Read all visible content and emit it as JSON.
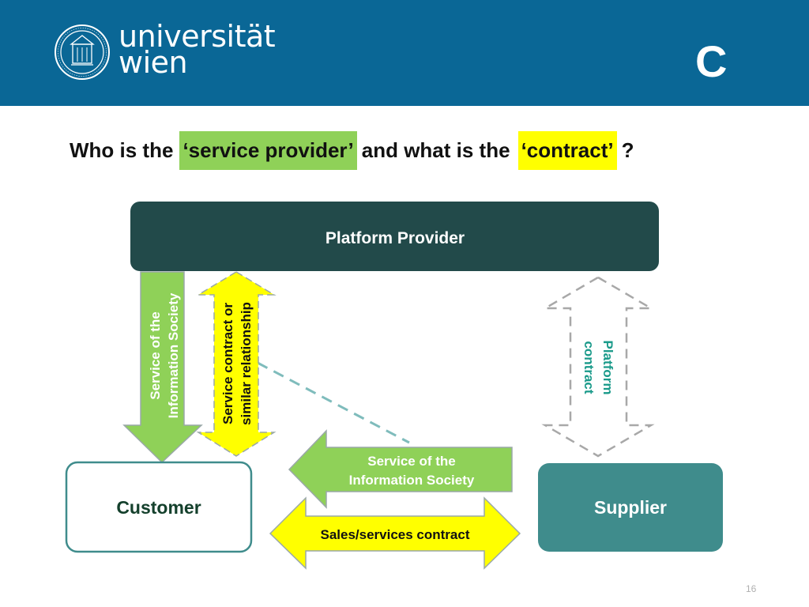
{
  "header": {
    "logo_text": "universität wien",
    "wordmark_line1": "universität",
    "wordmark_line2": "wien",
    "section_letter": "C"
  },
  "question": {
    "part1": "Who is the",
    "highlight1": "‘service provider’",
    "part2": "and what is the",
    "highlight2": "‘contract’",
    "part3": "?"
  },
  "diagram": {
    "platform_provider": "Platform Provider",
    "customer": "Customer",
    "supplier": "Supplier",
    "arrow_service_down_line1": "Service of the",
    "arrow_service_down_line2": "Information Society",
    "arrow_contract_line1": "Service contract or",
    "arrow_contract_line2": "similar relationship",
    "arrow_platform_contract_line1": "Platform",
    "arrow_platform_contract_line2": "contract",
    "arrow_service_left_line1": "Service of the",
    "arrow_service_left_line2": "Information Society",
    "arrow_sales_contract": "Sales/services contract"
  },
  "colors": {
    "header_bg": "#0a6796",
    "platform_box": "#224a4a",
    "green_arrow": "#8fd158",
    "yellow_arrow": "#ffff00",
    "supplier_box": "#3f8c8c",
    "dashed_teal": "#7fbcbc",
    "platform_contract_text": "#1a9a8a"
  },
  "footer": {
    "page_number": "16"
  }
}
